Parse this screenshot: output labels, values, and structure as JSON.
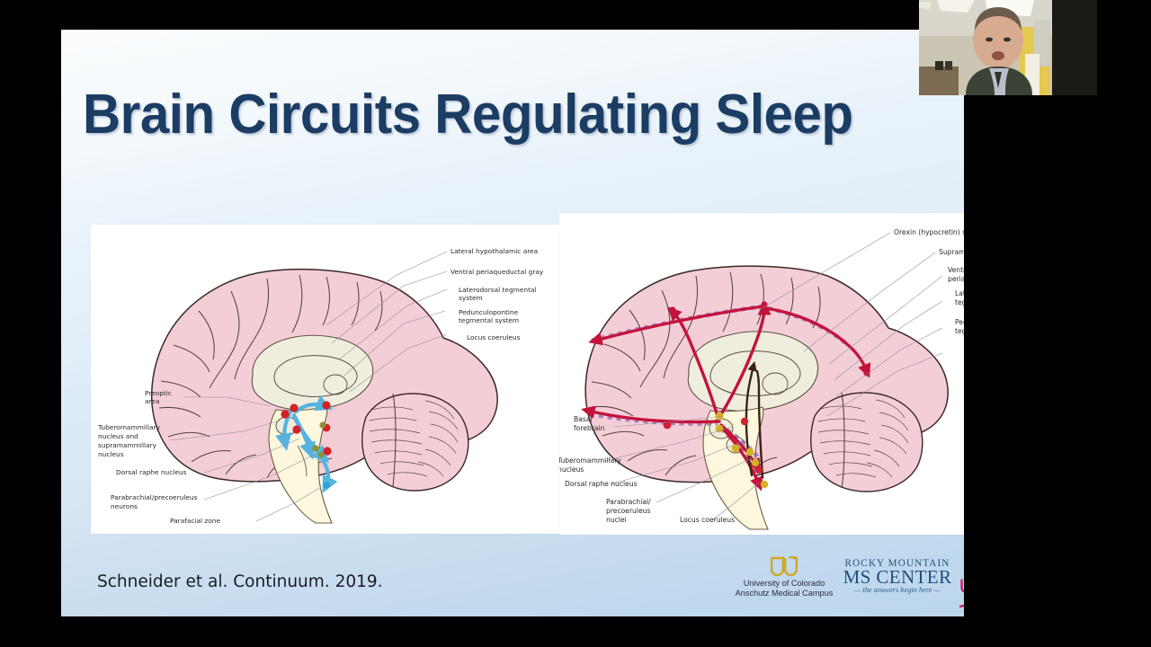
{
  "slide": {
    "title": "Brain Circuits Regulating Sleep",
    "citation": "Schneider et al. Continuum. 2019.",
    "background_top_color": "#fbfdfe",
    "background_bottom_color": "#bcd6ec",
    "title_color": "#1c3d63"
  },
  "figure_left": {
    "name": "sleep-promoting-circuits-diagram",
    "labels_right": [
      "Lateral hypothalamic area",
      "Ventral periaqueductal gray",
      "Laterodorsal tegmental",
      "system",
      "Pedunculopontine",
      "tegmental system",
      "Locus coeruleus"
    ],
    "labels_left": [
      "Preoptic",
      "area",
      "Tuberomammillary",
      "nucleus and",
      "supramammillary",
      "nucleus",
      "Dorsal raphe nucleus",
      "Parabrachial/precoeruleus",
      "neurons",
      "Parafacial zone"
    ],
    "pathway_color": "#55b3e0",
    "node_colors": [
      "#d62027",
      "#a38a2e"
    ],
    "cortex_color": "#f4ced6",
    "inner_color": "#efeede"
  },
  "figure_right": {
    "name": "arousal-promoting-circuits-diagram",
    "labels_right": [
      "Orexin (hypocretin) system",
      "Supramammillary nucleus",
      "Ventral",
      "periaqueductal gray",
      "Laterodorsal",
      "tegmental system",
      "Pedunculopontine",
      "tegmental system"
    ],
    "labels_left": [
      "Basal",
      "forebrain",
      "Tuberomammillary",
      "nucleus",
      "Dorsal raphe nucleus",
      "Parabrachial/",
      "precoeruleus",
      "nuclei",
      "Locus coeruleus"
    ],
    "pathway_color": "#c3133b",
    "pathway_shadow_color": "#7d4fa8",
    "node_colors": [
      "#d4b228",
      "#cf2036"
    ],
    "dark_pathway_color": "#3a2418",
    "cortex_color": "#f4ced6",
    "inner_color": "#efeede"
  },
  "logos": {
    "cu": {
      "mark": "cu-shield-icon",
      "line1": "University of Colorado",
      "line2": "Anschutz Medical Campus",
      "color": "#cfa826"
    },
    "rocky_mountain": {
      "line1": "ROCKY MOUNTAIN",
      "line2": "MS CENTER",
      "tagline": "— the answers begin here —",
      "color": "#1f4e79"
    },
    "uchealth": {
      "text": "uchealth",
      "color": "#cf1f76"
    }
  },
  "webcam": {
    "name": "presenter-webcam-feed",
    "description": "presenter-video-thumbnail"
  }
}
